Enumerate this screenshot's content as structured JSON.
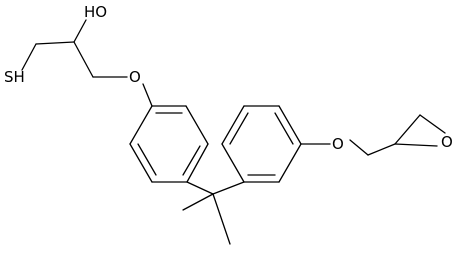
{
  "molecule": {
    "labels": {
      "hydroxyl": "HO",
      "thiol": "SH",
      "ether_oxygen_left": "O",
      "ether_oxygen_right": "O",
      "epoxide_oxygen": "O"
    },
    "colors": {
      "bond": "#000000",
      "label": "#000000",
      "background": "#ffffff"
    }
  }
}
